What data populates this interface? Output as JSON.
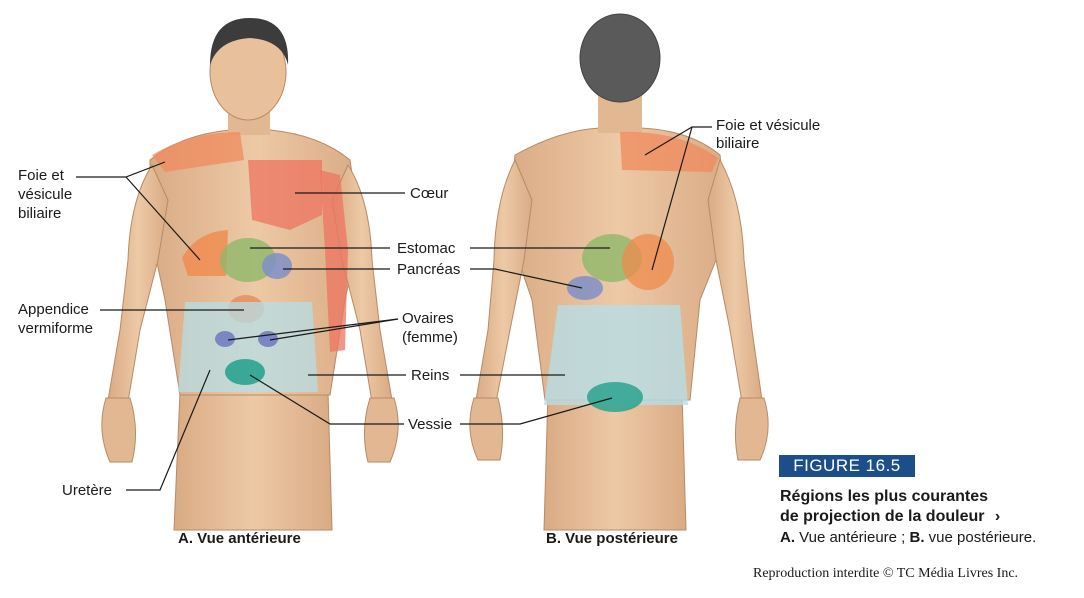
{
  "figure": {
    "number": "FIGURE 16.5",
    "title_line1": "Régions les plus courantes",
    "title_line2": "de projection de la douleur",
    "title_arrow": "›",
    "subtitle": {
      "a_letter": "A.",
      "a_text": " Vue antérieure ; ",
      "b_letter": "B.",
      "b_text": " vue postérieure."
    },
    "copyright": "Reproduction interdite © TC Média Livres Inc."
  },
  "views": {
    "anterior": "A. Vue antérieure",
    "posterior": "B. Vue postérieure"
  },
  "labels": {
    "foie_left_1": "Foie et",
    "foie_left_2": "vésicule",
    "foie_left_3": "biliaire",
    "coeur": "Cœur",
    "estomac": "Estomac",
    "pancreas": "Pancréas",
    "appendice_1": "Appendice",
    "appendice_2": "vermiforme",
    "ovaires_1": "Ovaires",
    "ovaires_2": "(femme)",
    "reins": "Reins",
    "vessie": "Vessie",
    "uretere": "Uretère",
    "foie_right_1": "Foie et vésicule",
    "foie_right_2": "biliaire"
  },
  "colors": {
    "skin": "#e8c4a0",
    "skin_shadow": "#d4a67e",
    "hair": "#3a3a3a",
    "heart_liver": "#f08a5d",
    "stomach": "#8fb86a",
    "pancreas": "#7f8fc8",
    "kidney": "#b7dde6",
    "bladder": "#2aa38f",
    "figure_box": "#1c4f8a"
  }
}
